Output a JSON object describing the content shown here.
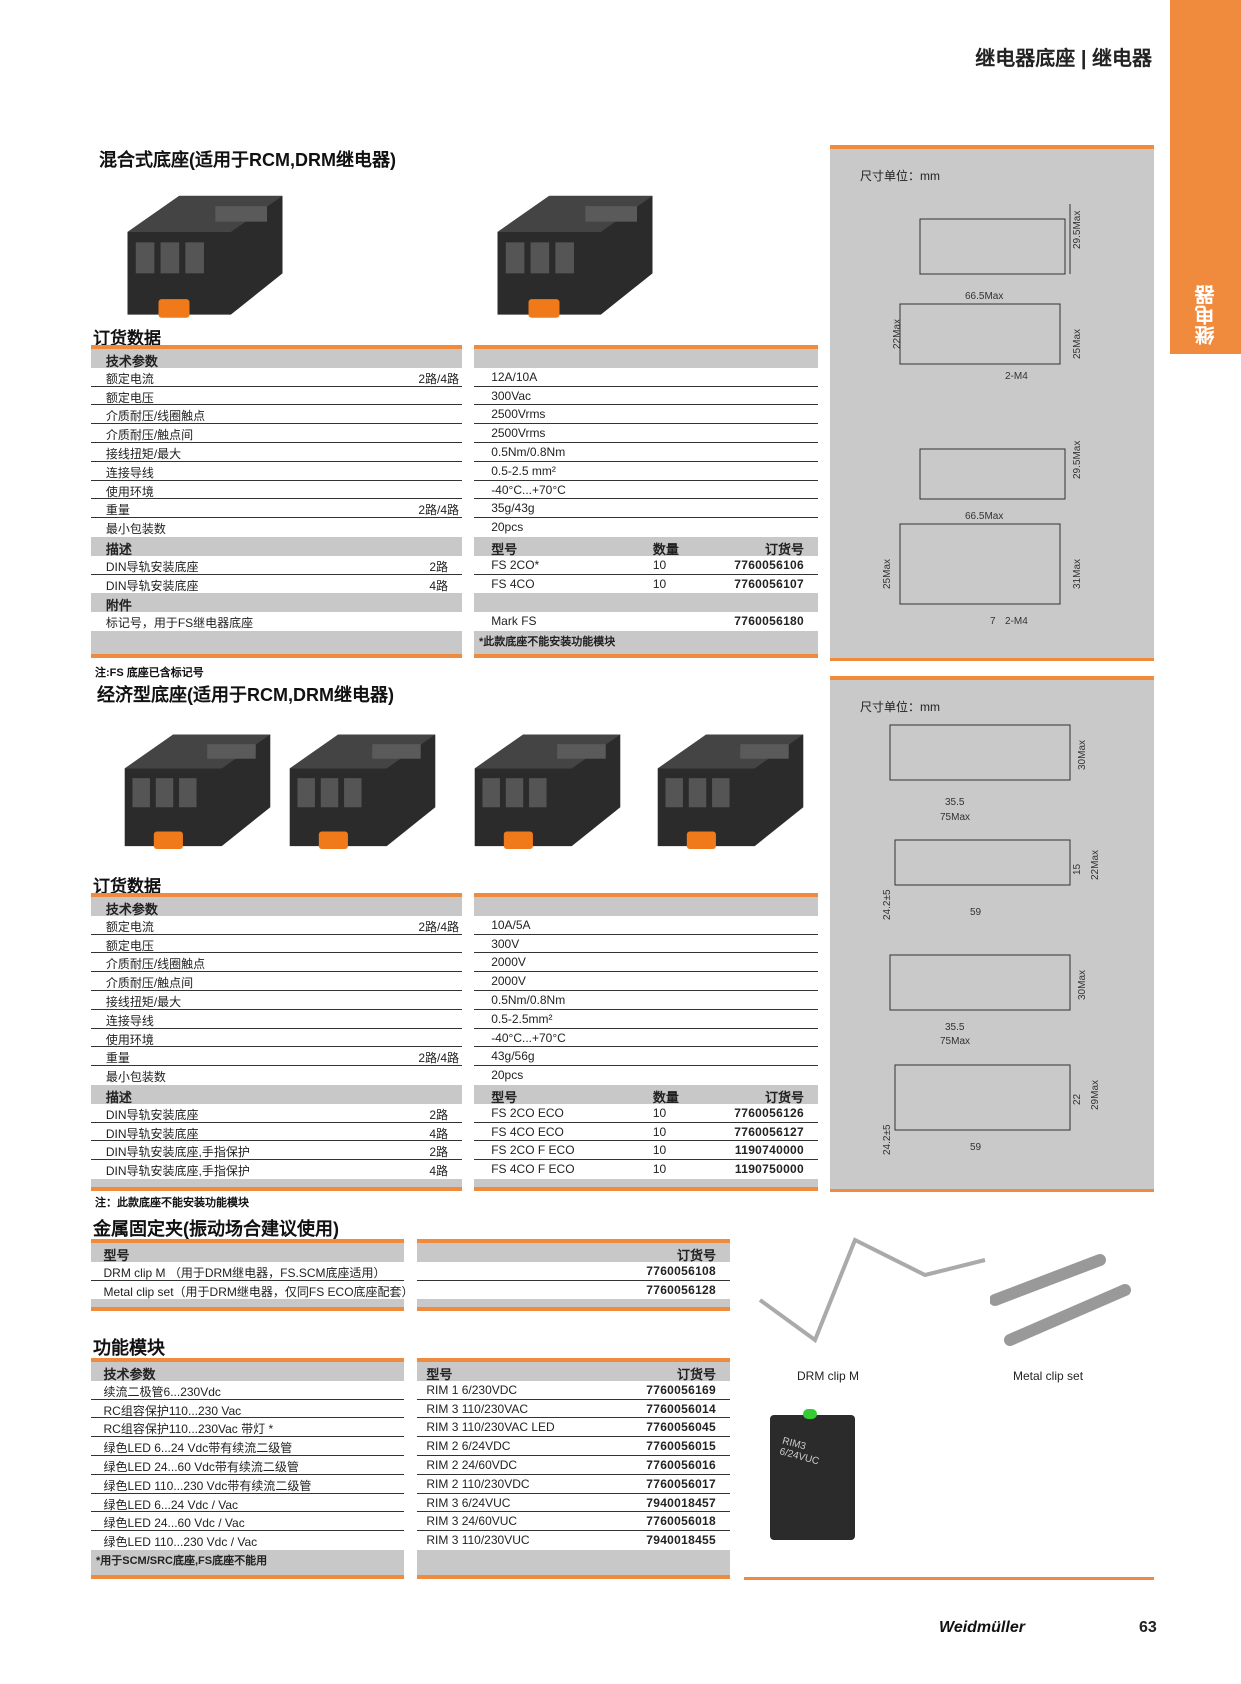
{
  "header": {
    "title": "继电器底座 | 继电器",
    "side_tab": "继电器"
  },
  "sec1": {
    "title": "混合式底座(适用于RCM,DRM继电器)",
    "order_title": "订货数据",
    "note": "注:FS 底座已含标记号"
  },
  "sec2": {
    "title": "经济型底座(适用于RCM,DRM继电器)",
    "order_title": "订货数据",
    "note": "注：此款底座不能安装功能模块"
  },
  "sec3": {
    "title": "金属固定夹(振动场合建议使用)",
    "cap1": "DRM clip M",
    "cap2": "Metal clip set"
  },
  "sec4": {
    "title": "功能模块",
    "module_label": "RIM3 6/24VUC"
  },
  "tables": {
    "t1l": {
      "filler": "",
      "rows": [
        {
          "t": "h",
          "c": [
            "技术参数"
          ]
        },
        {
          "t": "r",
          "c": [
            "额定电流",
            "2路/4路"
          ]
        },
        {
          "t": "r",
          "c": [
            "额定电压",
            ""
          ]
        },
        {
          "t": "r",
          "c": [
            "介质耐压/线圈触点",
            ""
          ]
        },
        {
          "t": "r",
          "c": [
            "介质耐压/触点间",
            ""
          ]
        },
        {
          "t": "r",
          "c": [
            "接线扭矩/最大",
            ""
          ]
        },
        {
          "t": "r",
          "c": [
            "连接导线",
            ""
          ]
        },
        {
          "t": "r",
          "c": [
            "使用环境",
            ""
          ]
        },
        {
          "t": "r",
          "c": [
            "重量",
            "2路/4路"
          ]
        },
        {
          "t": "r",
          "c": [
            "最小包装数",
            ""
          ],
          "last": true
        },
        {
          "t": "h",
          "c": [
            "描述"
          ]
        },
        {
          "t": "r",
          "c": [
            "DIN导轨安装底座",
            "2路"
          ]
        },
        {
          "t": "r",
          "c": [
            "DIN导轨安装底座",
            "4路"
          ],
          "last": true
        },
        {
          "t": "h",
          "c": [
            "附件"
          ]
        },
        {
          "t": "r",
          "c": [
            "标记号，用于FS继电器底座",
            ""
          ],
          "last": true
        }
      ]
    },
    "t1r": {
      "filler": "*此款底座不能安装功能模块",
      "rows": [
        {
          "t": "h",
          "c": [
            ""
          ]
        },
        {
          "t": "r",
          "c": [
            "12A/10A"
          ]
        },
        {
          "t": "r",
          "c": [
            "300Vac"
          ]
        },
        {
          "t": "r",
          "c": [
            "2500Vrms"
          ]
        },
        {
          "t": "r",
          "c": [
            "2500Vrms"
          ]
        },
        {
          "t": "r",
          "c": [
            "0.5Nm/0.8Nm"
          ]
        },
        {
          "t": "r",
          "c": [
            "0.5-2.5 mm²"
          ]
        },
        {
          "t": "r",
          "c": [
            "-40°C...+70°C"
          ]
        },
        {
          "t": "r",
          "c": [
            "35g/43g"
          ]
        },
        {
          "t": "r",
          "c": [
            "20pcs"
          ],
          "last": true
        },
        {
          "t": "h",
          "c": [
            "型号",
            "数量",
            "订货号"
          ]
        },
        {
          "t": "r",
          "c": [
            "FS 2CO*",
            "10",
            "7760056106"
          ]
        },
        {
          "t": "r",
          "c": [
            "FS 4CO",
            "10",
            "7760056107"
          ],
          "last": true
        },
        {
          "t": "h",
          "c": [
            ""
          ]
        },
        {
          "t": "r",
          "c": [
            "Mark FS",
            "",
            "7760056180"
          ],
          "last": true
        }
      ]
    },
    "t2l": {
      "filler": "",
      "rows": [
        {
          "t": "h",
          "c": [
            "技术参数"
          ]
        },
        {
          "t": "r",
          "c": [
            "额定电流",
            "2路/4路"
          ]
        },
        {
          "t": "r",
          "c": [
            "额定电压",
            ""
          ]
        },
        {
          "t": "r",
          "c": [
            "介质耐压/线圈触点",
            ""
          ]
        },
        {
          "t": "r",
          "c": [
            "介质耐压/触点间",
            ""
          ]
        },
        {
          "t": "r",
          "c": [
            "接线扭矩/最大",
            ""
          ]
        },
        {
          "t": "r",
          "c": [
            "连接导线",
            ""
          ]
        },
        {
          "t": "r",
          "c": [
            "使用环境",
            ""
          ]
        },
        {
          "t": "r",
          "c": [
            "重量",
            "2路/4路"
          ]
        },
        {
          "t": "r",
          "c": [
            "最小包装数",
            ""
          ],
          "last": true
        },
        {
          "t": "h",
          "c": [
            "描述"
          ]
        },
        {
          "t": "r",
          "c": [
            "DIN导轨安装底座",
            "2路"
          ]
        },
        {
          "t": "r",
          "c": [
            "DIN导轨安装底座",
            "4路"
          ]
        },
        {
          "t": "r",
          "c": [
            "DIN导轨安装底座,手指保护",
            "2路"
          ]
        },
        {
          "t": "r",
          "c": [
            "DIN导轨安装底座,手指保护",
            "4路"
          ],
          "last": true
        }
      ]
    },
    "t2r": {
      "filler": "",
      "rows": [
        {
          "t": "h",
          "c": [
            ""
          ]
        },
        {
          "t": "r",
          "c": [
            "10A/5A"
          ]
        },
        {
          "t": "r",
          "c": [
            "300V"
          ]
        },
        {
          "t": "r",
          "c": [
            "2000V"
          ]
        },
        {
          "t": "r",
          "c": [
            "2000V"
          ]
        },
        {
          "t": "r",
          "c": [
            "0.5Nm/0.8Nm"
          ]
        },
        {
          "t": "r",
          "c": [
            "0.5-2.5mm²"
          ]
        },
        {
          "t": "r",
          "c": [
            "-40°C...+70°C"
          ]
        },
        {
          "t": "r",
          "c": [
            "43g/56g"
          ]
        },
        {
          "t": "r",
          "c": [
            "20pcs"
          ],
          "last": true
        },
        {
          "t": "h",
          "c": [
            "型号",
            "数量",
            "订货号"
          ]
        },
        {
          "t": "r",
          "c": [
            "FS 2CO ECO",
            "10",
            "7760056126"
          ]
        },
        {
          "t": "r",
          "c": [
            "FS 4CO ECO",
            "10",
            "7760056127"
          ]
        },
        {
          "t": "r",
          "c": [
            "FS 2CO F ECO",
            "10",
            "1190740000"
          ]
        },
        {
          "t": "r",
          "c": [
            "FS 4CO F ECO",
            "10",
            "1190750000"
          ],
          "last": true
        }
      ]
    },
    "t3l": {
      "filler": "",
      "rows": [
        {
          "t": "h",
          "c": [
            "型号"
          ]
        },
        {
          "t": "r",
          "c": [
            "DRM clip M （用于DRM继电器，FS.SCM底座适用）"
          ]
        },
        {
          "t": "r",
          "c": [
            "Metal clip set（用于DRM继电器，仅同FS ECO底座配套）"
          ],
          "last": true
        }
      ]
    },
    "t3r": {
      "filler": "",
      "rows": [
        {
          "t": "h",
          "c": [
            "",
            "订货号"
          ]
        },
        {
          "t": "r",
          "c": [
            "",
            "7760056108"
          ]
        },
        {
          "t": "r",
          "c": [
            "",
            "7760056128"
          ],
          "last": true
        }
      ]
    },
    "t4l": {
      "filler": "*用于SCM/SRC底座,FS底座不能用",
      "rows": [
        {
          "t": "h",
          "c": [
            "技术参数"
          ]
        },
        {
          "t": "r",
          "c": [
            "续流二极管6...230Vdc"
          ]
        },
        {
          "t": "r",
          "c": [
            "RC组容保护110...230 Vac"
          ]
        },
        {
          "t": "r",
          "c": [
            "RC组容保护110...230Vac 带灯 *"
          ]
        },
        {
          "t": "r",
          "c": [
            "绿色LED 6...24 Vdc带有续流二级管"
          ]
        },
        {
          "t": "r",
          "c": [
            "绿色LED 24...60 Vdc带有续流二级管"
          ]
        },
        {
          "t": "r",
          "c": [
            "绿色LED 110...230 Vdc带有续流二级管"
          ]
        },
        {
          "t": "r",
          "c": [
            "绿色LED 6...24 Vdc / Vac"
          ]
        },
        {
          "t": "r",
          "c": [
            "绿色LED 24...60 Vdc / Vac"
          ]
        },
        {
          "t": "r",
          "c": [
            "绿色LED 110...230 Vdc / Vac"
          ],
          "last": true
        }
      ]
    },
    "t4r": {
      "filler": "",
      "rows": [
        {
          "t": "h",
          "c": [
            "型号",
            "订货号"
          ]
        },
        {
          "t": "r",
          "c": [
            "RIM 1 6/230VDC",
            "7760056169"
          ]
        },
        {
          "t": "r",
          "c": [
            "RIM 3 110/230VAC",
            "7760056014"
          ]
        },
        {
          "t": "r",
          "c": [
            "RIM 3 110/230VAC LED",
            "7760056045"
          ]
        },
        {
          "t": "r",
          "c": [
            "RIM 2 6/24VDC",
            "7760056015"
          ]
        },
        {
          "t": "r",
          "c": [
            "RIM 2 24/60VDC",
            "7760056016"
          ]
        },
        {
          "t": "r",
          "c": [
            "RIM 2 110/230VDC",
            "7760056017"
          ]
        },
        {
          "t": "r",
          "c": [
            "RIM 3 6/24VUC",
            "7940018457"
          ]
        },
        {
          "t": "r",
          "c": [
            "RIM 3 24/60VUC",
            "7760056018"
          ]
        },
        {
          "t": "r",
          "c": [
            "RIM 3 110/230VUC",
            "7940018455"
          ],
          "last": true
        }
      ]
    }
  },
  "dims1": {
    "unit": "尺寸单位：mm",
    "a": [
      "29.5Max",
      "66.5Max",
      "22Max",
      "25Max",
      "2-M4"
    ],
    "b": [
      "29.5Max",
      "66.5Max",
      "25Max",
      "31Max",
      "2-M4",
      "7"
    ]
  },
  "dims2": {
    "unit": "尺寸单位：mm",
    "a": [
      "30Max",
      "35.5",
      "75Max",
      "24.2±5",
      "59",
      "15",
      "22Max"
    ],
    "b": [
      "30Max",
      "35.5",
      "75Max",
      "24.2±5",
      "59",
      "22",
      "29Max"
    ]
  },
  "footer": {
    "brand": "Weidmüller",
    "page": "63"
  },
  "colors": {
    "accent": "#f08a3c",
    "panel": "#c9c9c9"
  }
}
